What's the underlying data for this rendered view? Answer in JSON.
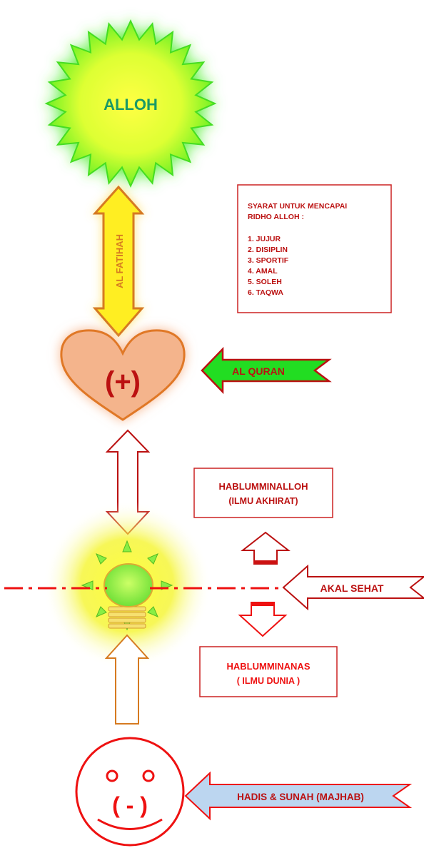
{
  "top": {
    "label": "ALLOH"
  },
  "link_top": {
    "label": "AL FATIHAH"
  },
  "heart": {
    "label": "(+)"
  },
  "quran": {
    "label": "AL QURAN"
  },
  "conditions": {
    "title_line1": "SYARAT UNTUK MENCAPAI",
    "title_line2": "RIDHO ALLOH :",
    "items": [
      "1. JUJUR",
      "2. DISIPLIN",
      "3. SPORTIF",
      "4. AMAL",
      "5. SOLEH",
      "6. TAQWA"
    ]
  },
  "akhirat": {
    "title": "HABLUMMINALLOH",
    "subtitle": "(ILMU AKHIRAT)"
  },
  "akal": {
    "label": "AKAL SEHAT"
  },
  "dunia": {
    "title": "HABLUMMINANAS",
    "subtitle": "( ILMU DUNIA )"
  },
  "face": {
    "label": "( - )"
  },
  "hadis": {
    "label": "HADIS & SUNAH (MAJHAB)"
  },
  "colors": {
    "star_green": "#44ee22",
    "star_text": "#1a9966",
    "fatihah_yellow": "#ffee22",
    "heart_fill": "#f4b48c",
    "heart_stroke": "#e07828",
    "quran_green": "#22dd22",
    "dark_red": "#bb1111",
    "bright_red": "#ee1111",
    "sun_green": "#88ee44",
    "hadis_blue": "#bcd6f0"
  }
}
